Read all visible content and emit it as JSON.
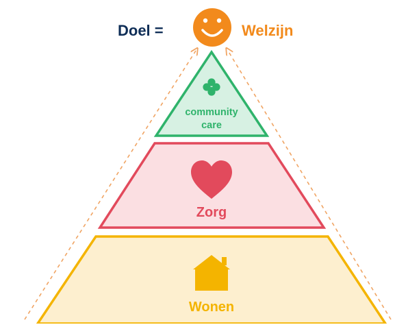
{
  "header": {
    "goal_label": "Doel =",
    "goal_value": "Welzijn",
    "icon": "smiley-face-icon"
  },
  "pyramid": {
    "levels": [
      {
        "id": "community-care",
        "label_line1": "community",
        "label_line2": "care",
        "icon": "clover-icon",
        "border": "#2fb36b",
        "fill": "#d7f1e3",
        "text": "#2fb36b"
      },
      {
        "id": "zorg",
        "label": "Zorg",
        "icon": "heart-icon",
        "border": "#e24a5c",
        "fill": "#fbdfe2",
        "text": "#e24a5c"
      },
      {
        "id": "wonen",
        "label": "Wonen",
        "icon": "house-icon",
        "border": "#f4b400",
        "fill": "#fdefcf",
        "text": "#f4b400"
      }
    ]
  },
  "colors": {
    "navy": "#0f2e57",
    "orange": "#f28a1c",
    "arrow": "#f0a463"
  }
}
